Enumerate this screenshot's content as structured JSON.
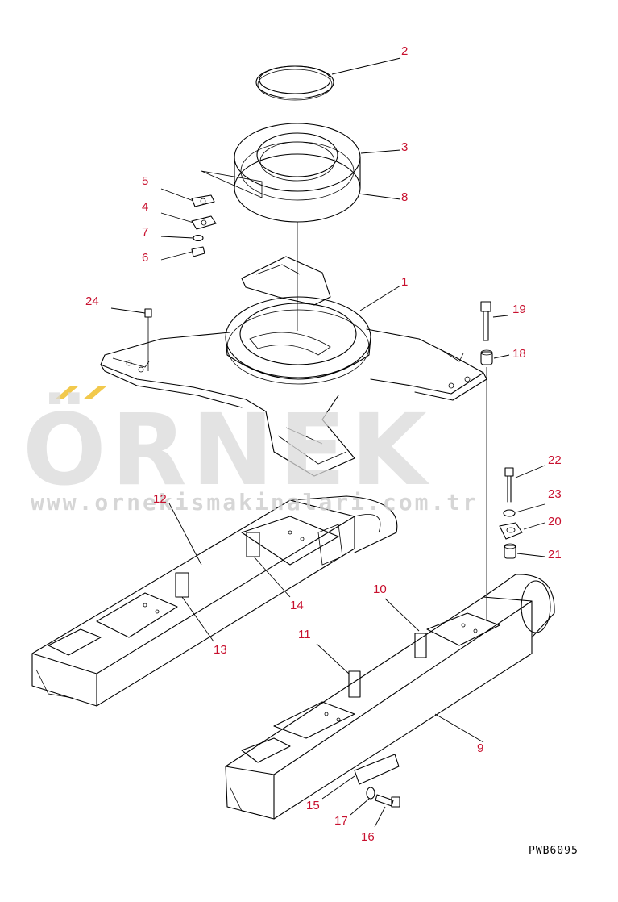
{
  "drawing_code": "PWB6095",
  "watermark": {
    "brand": "ÖRNEK",
    "url": "www.ornekismakinalari.com.tr",
    "accent_color": "#f2c94c",
    "text_color": "#d9d9d9"
  },
  "label_color": "#c8102e",
  "callouts": [
    {
      "id": "c1",
      "num": "1"
    },
    {
      "id": "c2",
      "num": "2"
    },
    {
      "id": "c3",
      "num": "3"
    },
    {
      "id": "c4",
      "num": "4"
    },
    {
      "id": "c5",
      "num": "5"
    },
    {
      "id": "c6",
      "num": "6"
    },
    {
      "id": "c7",
      "num": "7"
    },
    {
      "id": "c8",
      "num": "8"
    },
    {
      "id": "c9",
      "num": "9"
    },
    {
      "id": "c10",
      "num": "10"
    },
    {
      "id": "c11",
      "num": "11"
    },
    {
      "id": "c12",
      "num": "12"
    },
    {
      "id": "c13",
      "num": "13"
    },
    {
      "id": "c14",
      "num": "14"
    },
    {
      "id": "c15",
      "num": "15"
    },
    {
      "id": "c16",
      "num": "16"
    },
    {
      "id": "c17",
      "num": "17"
    },
    {
      "id": "c18",
      "num": "18"
    },
    {
      "id": "c19",
      "num": "19"
    },
    {
      "id": "c20",
      "num": "20"
    },
    {
      "id": "c21",
      "num": "21"
    },
    {
      "id": "c22",
      "num": "22"
    },
    {
      "id": "c23",
      "num": "23"
    },
    {
      "id": "c24",
      "num": "24"
    }
  ]
}
